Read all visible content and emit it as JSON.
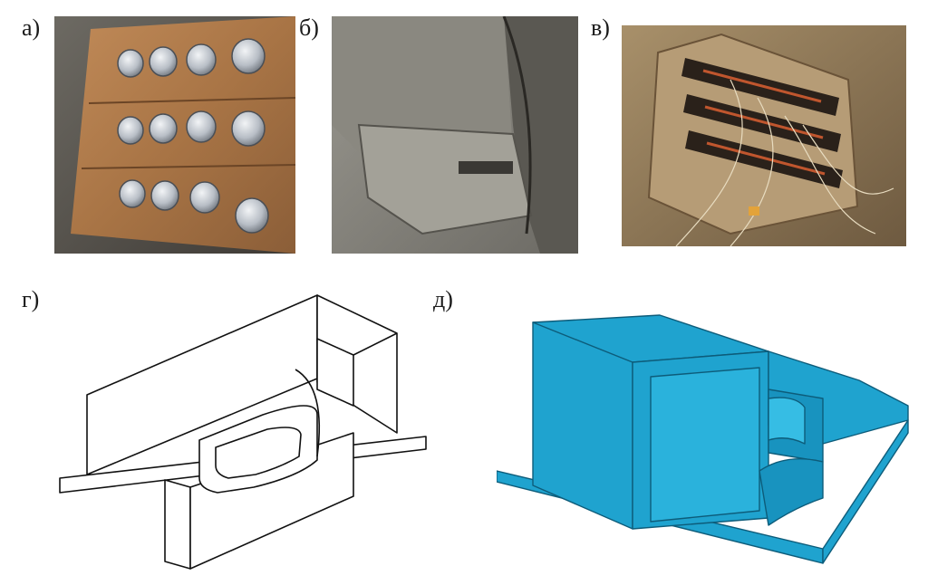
{
  "panels": {
    "a": {
      "label": "а)"
    },
    "b": {
      "label": "б)"
    },
    "v": {
      "label": "в)"
    },
    "g": {
      "label": "г)"
    },
    "d": {
      "label": "д)"
    }
  },
  "colors": {
    "plate": "#b07a4a",
    "bolt": "#c9ced4",
    "concrete": "#8a8a84",
    "rust": "#8e6d48",
    "line_drawing": "#111111",
    "fe_model": "#1fa3cf",
    "fe_edge": "#0d5c7a"
  }
}
